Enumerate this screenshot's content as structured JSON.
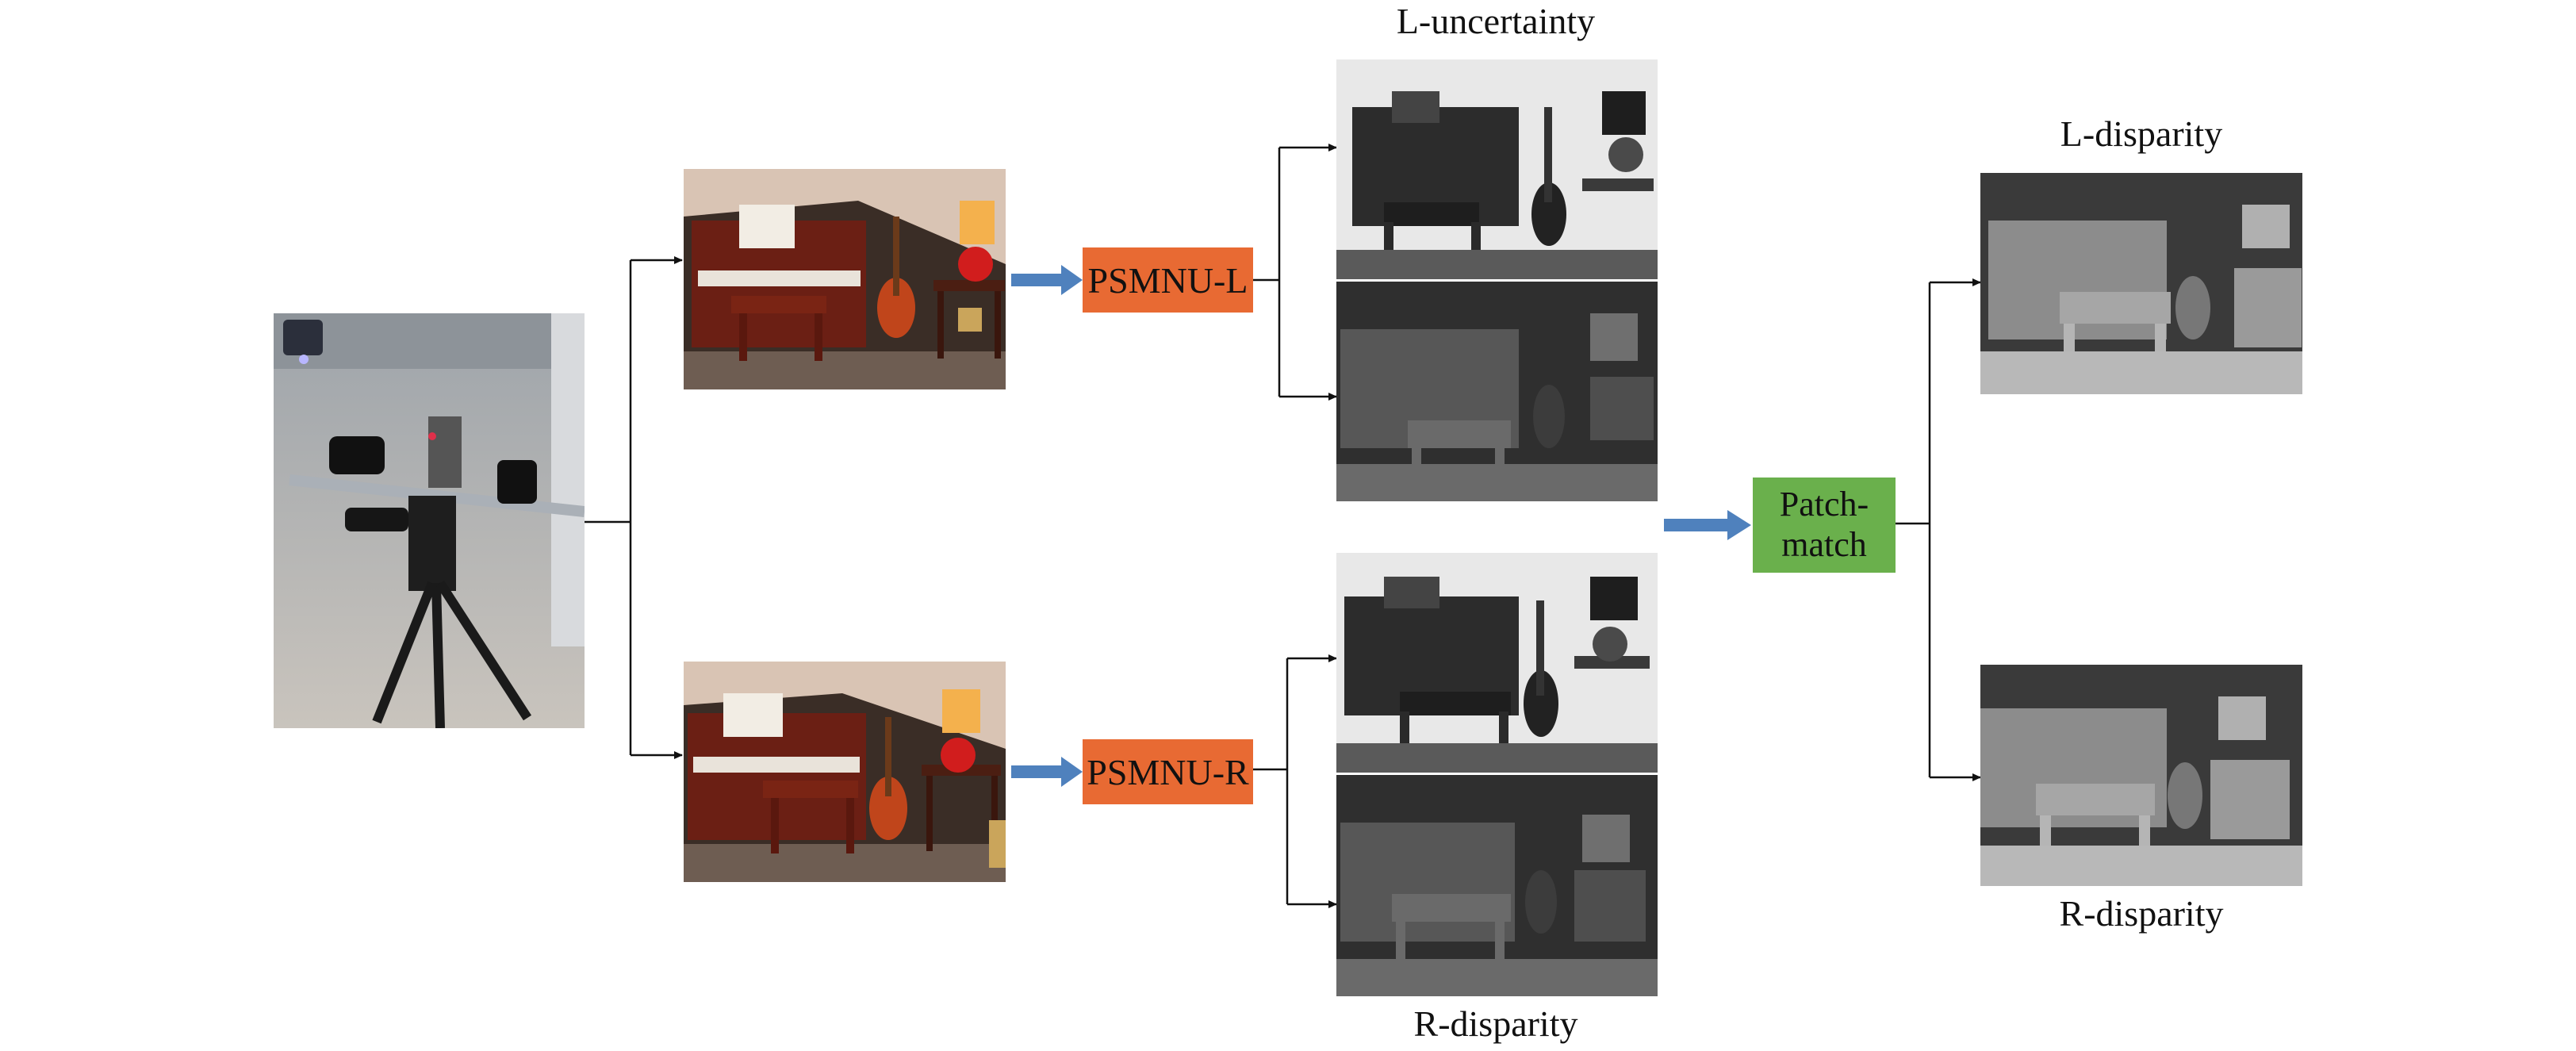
{
  "labels": {
    "l_uncertainty": "L-uncertainty",
    "r_disparity_mid": "R-disparity",
    "l_disparity": "L-disparity",
    "r_disparity_right": "R-disparity"
  },
  "boxes": {
    "psmnu_l": "PSMNU-L",
    "psmnu_r": "PSMNU-R",
    "patchmatch_line1": "Patch-",
    "patchmatch_line2": "match"
  },
  "colors": {
    "psmnu_box": "#e86a33",
    "patchmatch_box": "#6ab04c",
    "arrow_fill": "#4f81bd",
    "connector": "#111111"
  }
}
